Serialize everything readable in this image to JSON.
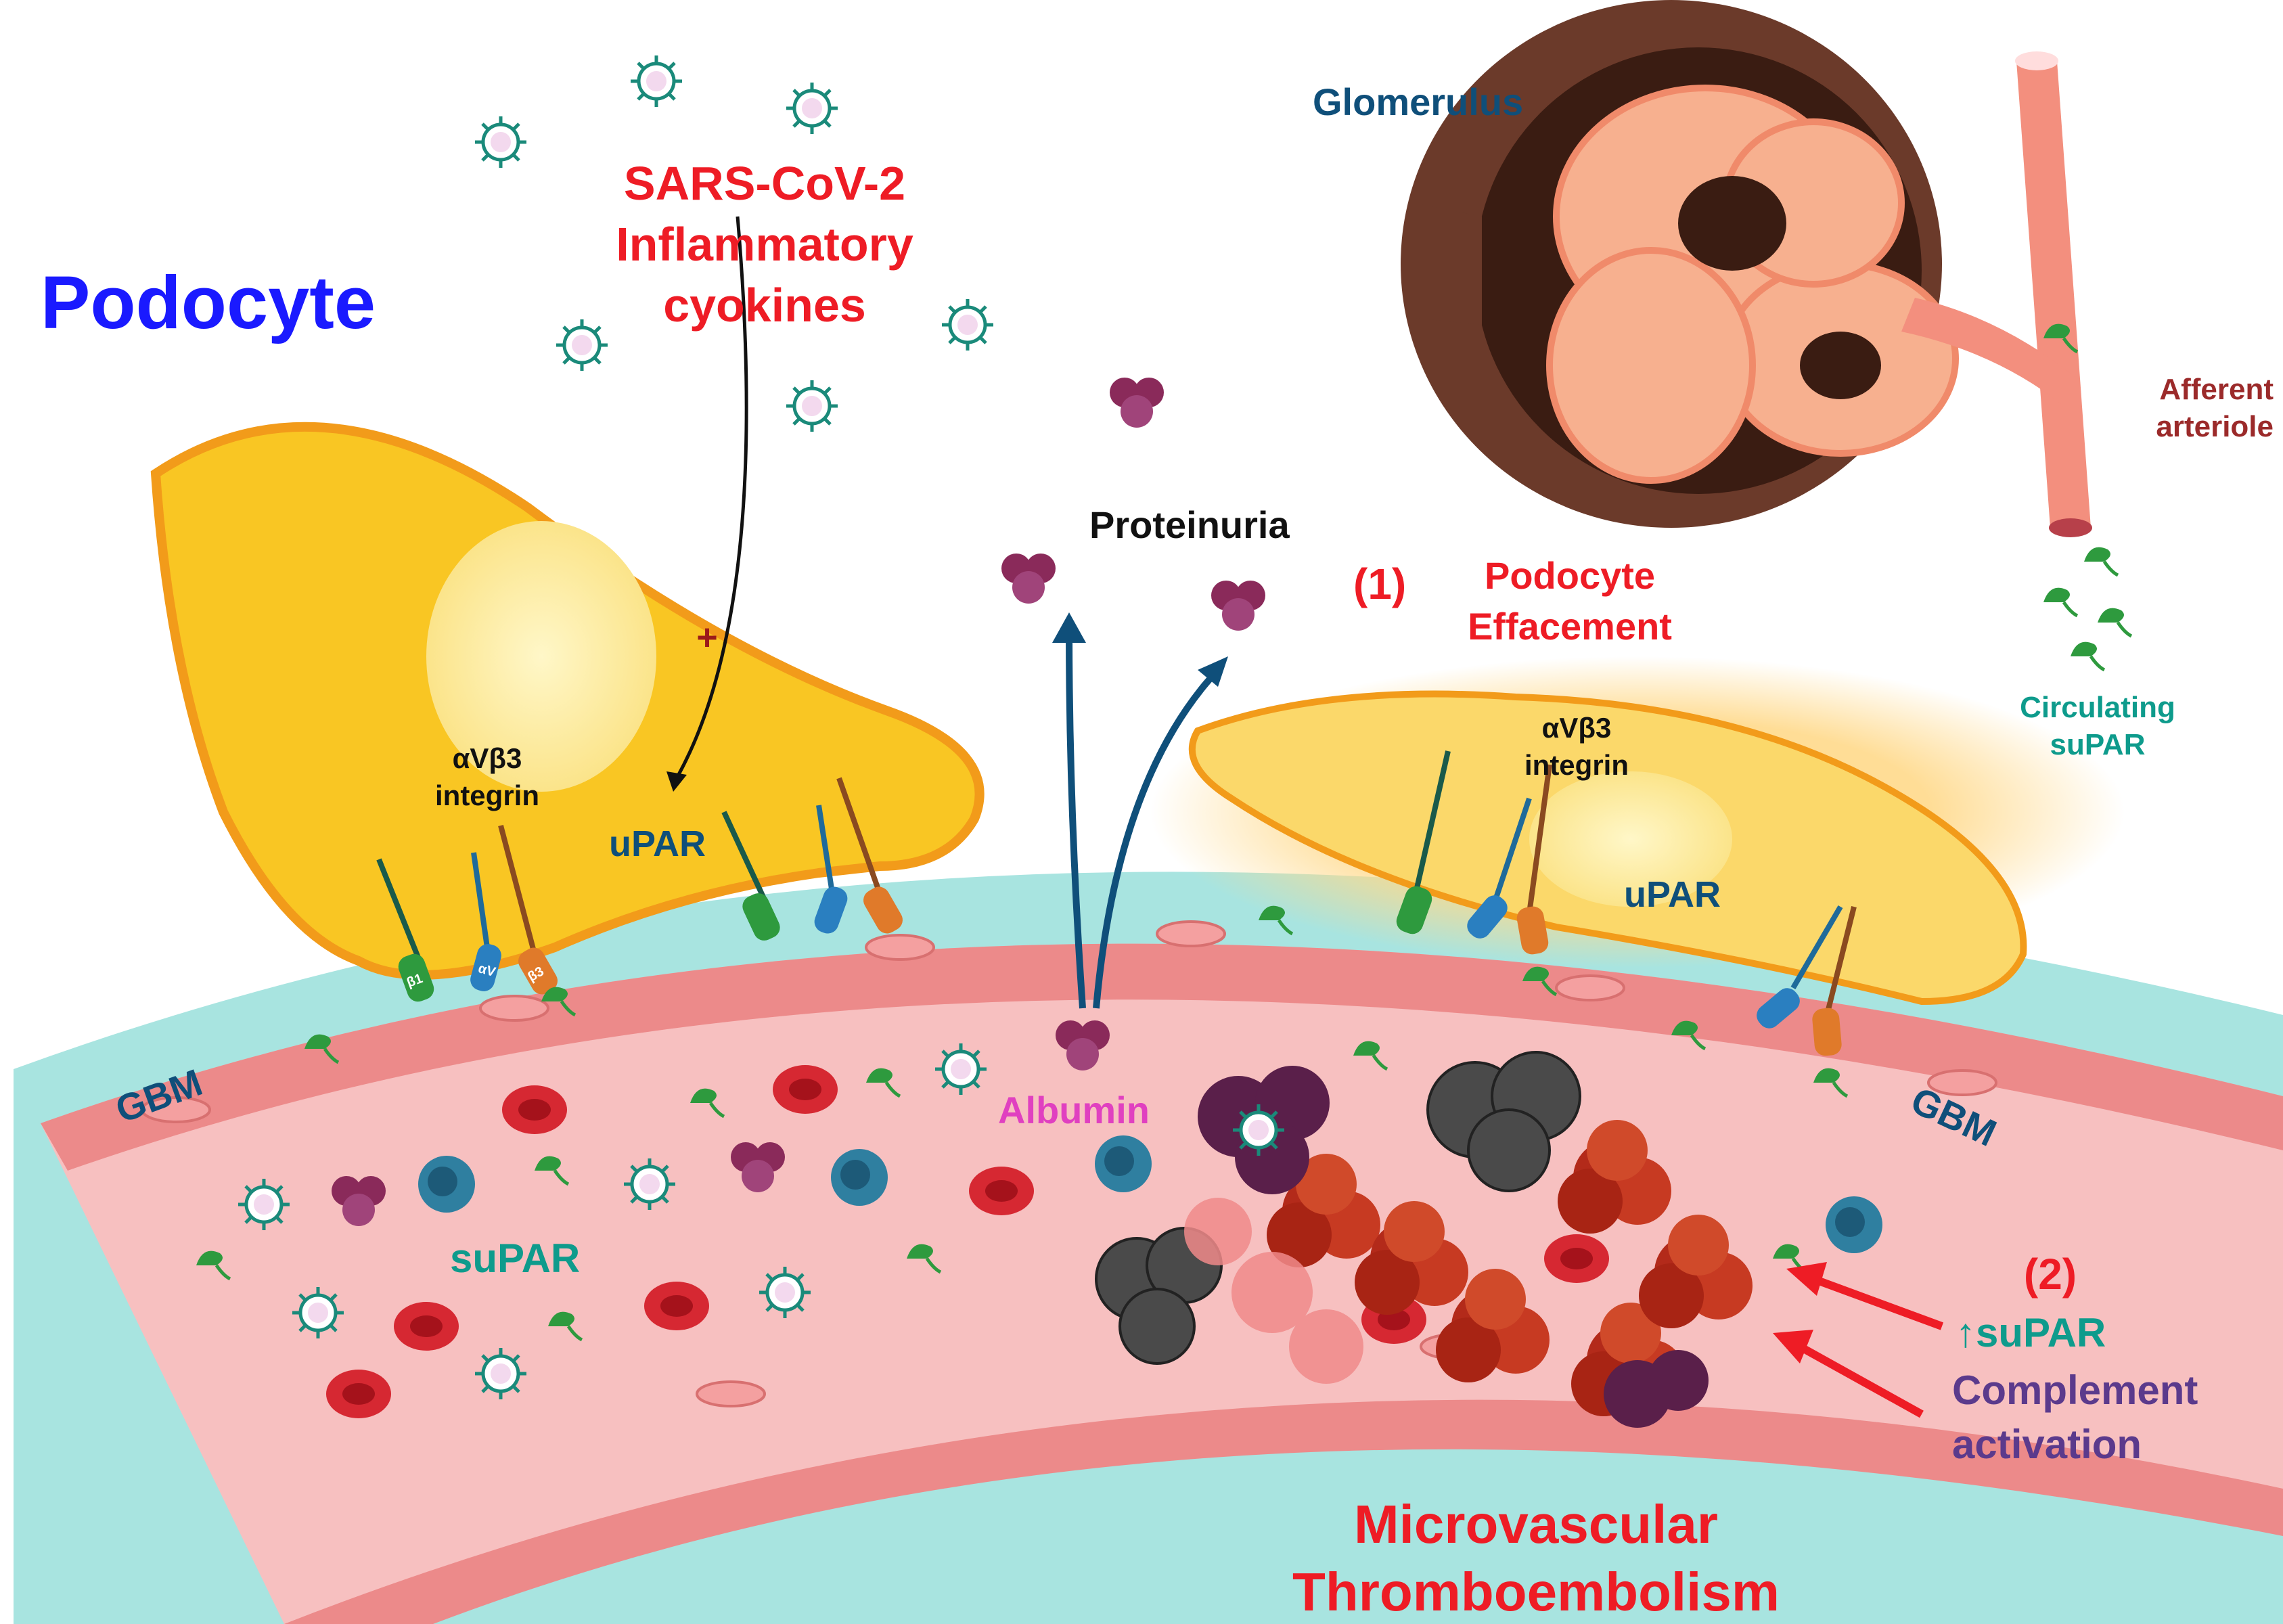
{
  "labels": {
    "podocyte": "Podocyte",
    "sars_line1": "SARS-CoV-2",
    "sars_line2": "Inflammatory",
    "sars_line3": "cyokines",
    "plus": "+",
    "integrin_left_1": "αVβ3",
    "integrin_left_2": "integrin",
    "upar_left": "uPAR",
    "proteinuria": "Proteinuria",
    "step1_num": "(1)",
    "step1_line1": "Podocyte",
    "step1_line2": "Effacement",
    "integrin_right_1": "αVβ3",
    "integrin_right_2": "integrin",
    "upar_right": "uPAR",
    "glomerulus": "Glomerulus",
    "afferent_1": "Afferent",
    "afferent_2": "arteriole",
    "circulating_1": "Circulating",
    "circulating_2": "suPAR",
    "gbm_left": "GBM",
    "gbm_right": "GBM",
    "albumin": "Albumin",
    "supar": "suPAR",
    "step2_num": "(2)",
    "step2_supar": "↑suPAR",
    "step2_complement_1": "Complement",
    "step2_complement_2": "activation",
    "micro_1": "Microvascular",
    "micro_2": "Thromboembolism",
    "beta1": "β1",
    "alphaV": "αV",
    "beta3": "β3"
  },
  "colors": {
    "podocyte_title": "#1a1aff",
    "red_text": "#ee1c25",
    "navy_text": "#0f4f7a",
    "teal_text": "#0e9b8c",
    "purple_text": "#5b3a8c",
    "magenta_text": "#e040c0",
    "dark_red_text": "#9b2a2a",
    "gbm": "#a8e4e0",
    "vessel": "#f6b8b8",
    "endothelium": "#ec8a8a",
    "cell_yellow": "#f9c623",
    "cell_outline": "#f29b1a"
  }
}
